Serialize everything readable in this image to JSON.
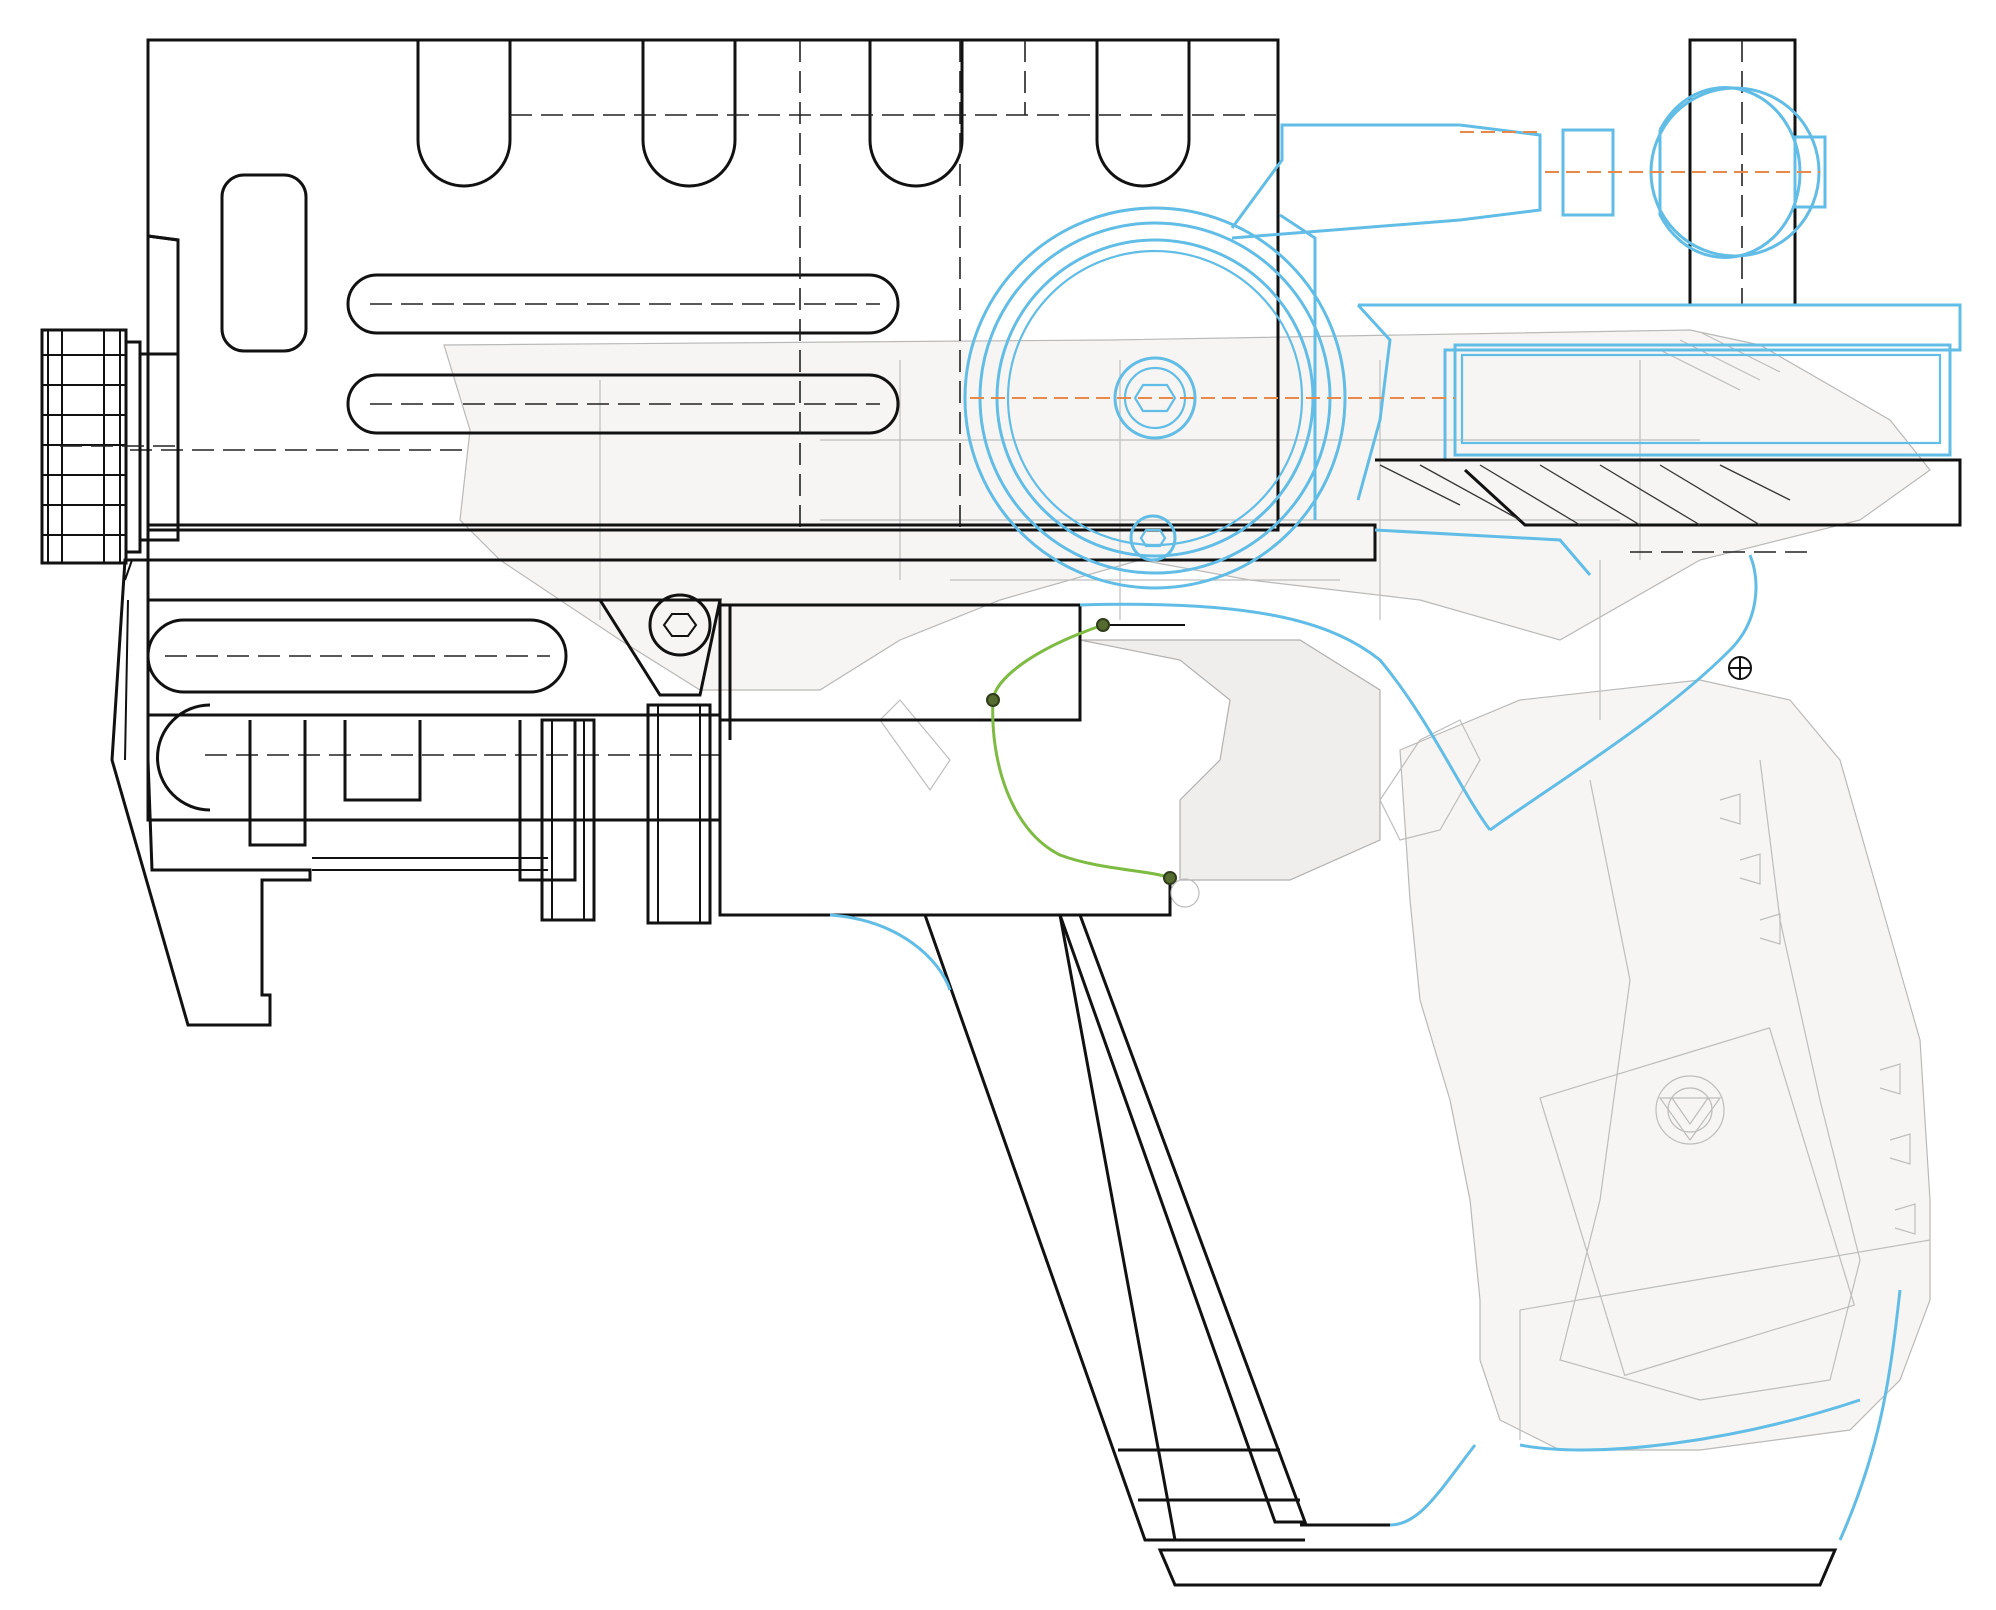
{
  "diagram": {
    "background": "#ffffff",
    "colors": {
      "outline": "#111111",
      "overlay_cyan": "#62bde6",
      "centerline_orange": "#e8894a",
      "reference_gray": "#b9b9b9",
      "trigger_guard_green": "#7dbb42"
    },
    "parts": [
      {
        "id": "upper-receiver-housing",
        "color": "outline"
      },
      {
        "id": "stock-adapter-block",
        "color": "outline"
      },
      {
        "id": "buffer-tube-knurled-cap",
        "color": "outline"
      },
      {
        "id": "lower-receiver-rails",
        "color": "outline"
      },
      {
        "id": "magazine-well-extension",
        "color": "outline"
      },
      {
        "id": "round-scope-barrel",
        "color": "overlay_cyan"
      },
      {
        "id": "front-sight-post",
        "color": "outline"
      },
      {
        "id": "muzzle-emitter",
        "color": "overlay_cyan"
      },
      {
        "id": "barrel-shroud",
        "color": "overlay_cyan"
      },
      {
        "id": "reference-pistol-frame",
        "color": "reference_gray"
      },
      {
        "id": "trigger-guard-curve",
        "color": "trigger_guard_green"
      },
      {
        "id": "grip-emblem",
        "color": "reference_gray"
      }
    ]
  }
}
